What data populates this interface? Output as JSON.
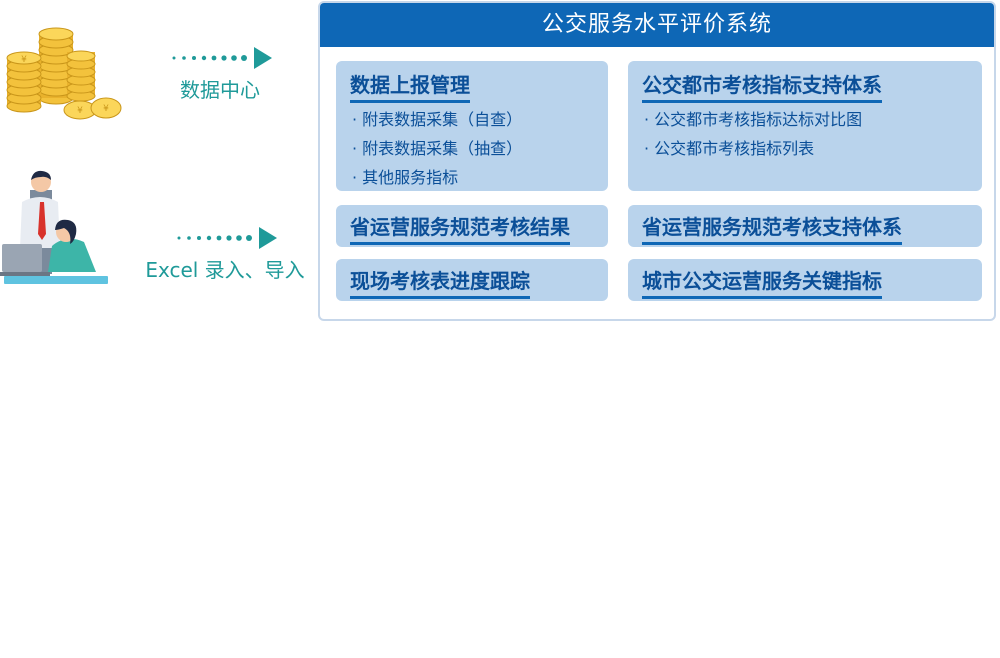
{
  "left": {
    "flows": [
      {
        "label": "数据中心"
      },
      {
        "label": "Excel 录入、导入"
      }
    ]
  },
  "panel": {
    "title": "公交服务水平评价系统",
    "cards": [
      {
        "title": "数据上报管理",
        "items": [
          "附表数据采集（自查）",
          "附表数据采集（抽查）",
          "其他服务指标"
        ]
      },
      {
        "title": "公交都市考核指标支持体系",
        "items": [
          "公交都市考核指标达标对比图",
          "公交都市考核指标列表"
        ]
      },
      {
        "title": "省运营服务规范考核结果"
      },
      {
        "title": "省运营服务规范考核支持体系"
      },
      {
        "title": "现场考核表进度跟踪"
      },
      {
        "title": "城市公交运营服务关键指标"
      }
    ]
  },
  "colors": {
    "header": "#0e67b6",
    "card": "#b9d3ec",
    "card_text": "#0b4f98",
    "flow": "#1f9a99"
  }
}
